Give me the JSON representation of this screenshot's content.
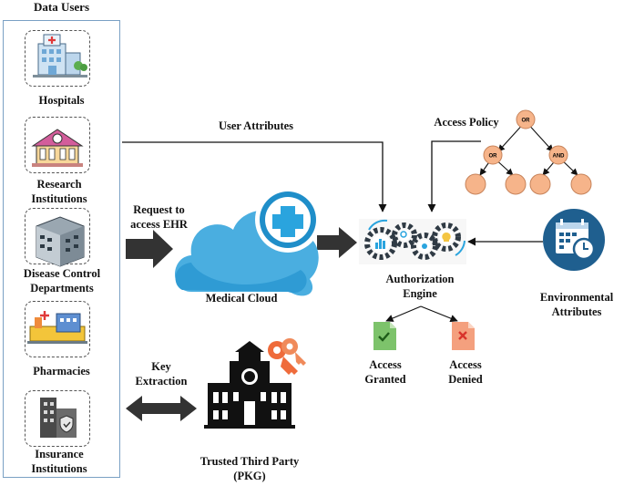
{
  "data_users": {
    "title": "Data Users",
    "items": [
      {
        "label": "Hospitals"
      },
      {
        "label": "Research Institutions"
      },
      {
        "label": "Disease Control Departments"
      },
      {
        "label": "Pharmacies"
      },
      {
        "label": "Insurance Institutions"
      }
    ]
  },
  "edges": {
    "user_attributes": "User Attributes",
    "request": "Request to access EHR",
    "access_policy": "Access Policy",
    "key_extraction": "Key Extraction"
  },
  "nodes": {
    "medical_cloud": "Medical Cloud",
    "authorization_engine": "Authorization Engine",
    "environmental_attributes": "Environmental Attributes",
    "access_granted": "Access Granted",
    "access_denied": "Access Denied",
    "trusted_third_party": "Trusted Third Party (PKG)"
  },
  "policy_tree": {
    "root": "OR",
    "left": "OR",
    "right": "AND"
  },
  "colors": {
    "cloud": "#4aaee0",
    "cloud_dark": "#1f8ec9",
    "policy_node": "#f6b48a",
    "granted": "#7dc36b",
    "denied": "#f4a07e",
    "clock": "#1f5f8f",
    "key": "#ef6b3b"
  }
}
